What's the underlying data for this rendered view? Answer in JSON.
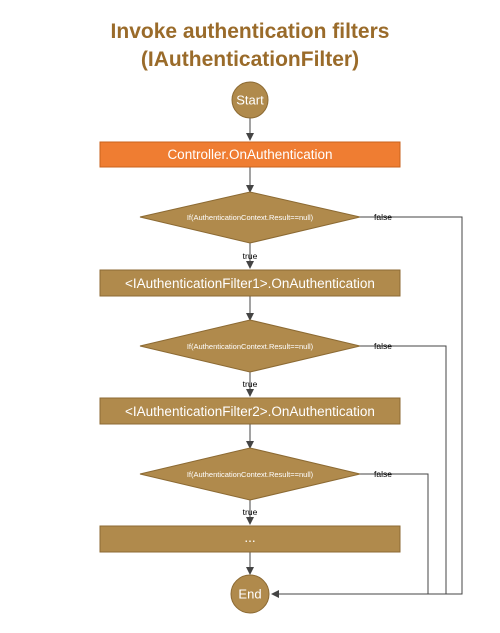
{
  "title": {
    "line1": "Invoke authentication filters",
    "line2": "(IAuthenticationFilter)"
  },
  "nodes": {
    "start": "Start",
    "controller": "Controller.OnAuthentication",
    "filter1": "<IAuthenticationFilter1>.OnAuthentication",
    "filter2": "<IAuthenticationFilter2>.OnAuthentication",
    "ellipsis": "...",
    "end": "End"
  },
  "conditions": [
    {
      "text": "If(AuthenticationContext.Result==null)",
      "true_label": "true",
      "false_label": "false"
    },
    {
      "text": "If(AuthenticationContext.Result==null)",
      "true_label": "true",
      "false_label": "false"
    },
    {
      "text": "If(AuthenticationContext.Result==null)",
      "true_label": "true",
      "false_label": "false"
    }
  ],
  "colors": {
    "title": "#9a6b2a",
    "node_fill": "#b08a4c",
    "node_stroke": "#8c6a33",
    "controller_fill": "#ef7d32",
    "line": "#444444"
  }
}
